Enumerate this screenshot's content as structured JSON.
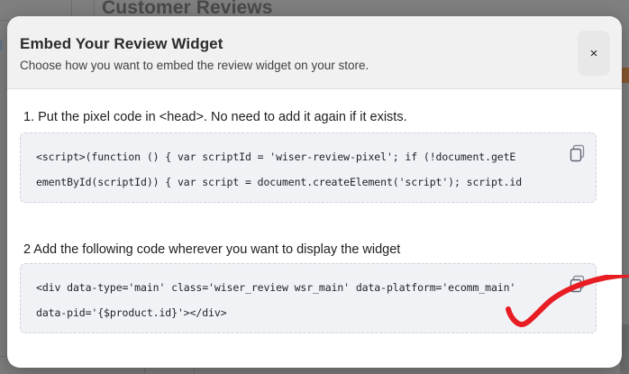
{
  "background": {
    "heading": "Customer Reviews",
    "link_fragment": "l",
    "dim_color": "#808080",
    "accent_strip_color": "#8a5a30"
  },
  "modal": {
    "title": "Embed Your Review Widget",
    "subtitle": "Choose how you want to embed the review widget on your store.",
    "close_label": "×",
    "close_icon_name": "close-icon",
    "steps": [
      {
        "label": "1. Put the pixel code in <head>. No need to add it again if it exists.",
        "code_lines": [
          "<script>(function () { var scriptId = 'wiser-review-pixel'; if (!document.getE",
          "ementById(scriptId)) { var script = document.createElement('script'); script.id"
        ],
        "copy_label": "copy-icon"
      },
      {
        "label": "2 Add the following code wherever you want to display the widget",
        "code_lines": [
          "<div data-type='main' class='wiser_review wsr_main' data-platform='ecomm_main'",
          "data-pid='{$product.id}'></div>"
        ],
        "copy_label": "copy-icon"
      }
    ],
    "header_bg": "#f1f1f1",
    "code_bg": "#f1f2f6",
    "code_border": "#cfd2dc"
  },
  "annotation": {
    "type": "check-mark",
    "color": "#e81c23"
  }
}
